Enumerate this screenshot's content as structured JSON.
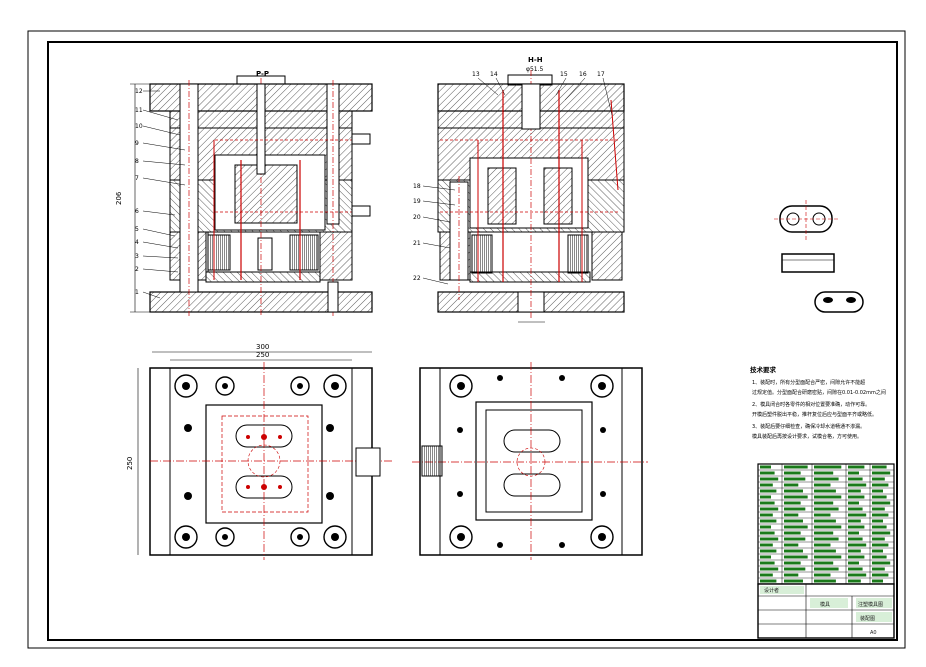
{
  "section_labels": {
    "front": "P-P",
    "side": "H-H",
    "side_scale": "φ51.5"
  },
  "dimensions": {
    "height": "206",
    "width_outer": "300",
    "width_inner": "250",
    "depth": "250"
  },
  "part_numbers_left": [
    "12",
    "11",
    "10",
    "9",
    "8",
    "7",
    "6",
    "5",
    "4",
    "3",
    "2",
    "1"
  ],
  "part_numbers_right_top": [
    "13",
    "14",
    "15",
    "16",
    "17"
  ],
  "part_numbers_right_side": [
    "18",
    "19",
    "20",
    "21",
    "22"
  ],
  "tech_notes": {
    "title": "技术要求",
    "lines": [
      "1、装配时，所有分型面配合严密，间隙允许不能超",
      "过规定值。分型面配合研磨密贴，间隙在0.01-0.02mm之间",
      "2、模具闭合时各零件的相对位置要准确，动作可靠。",
      "开模后塑件脱出平稳，推杆复位后应与型面平齐或略低。",
      "3、装配后要仔细检查，确保冷却水道畅通不渗漏。",
      "模具装配后再按设计要求，试模合格，方可使用。"
    ]
  },
  "title_block": {
    "designer_label": "设计者",
    "part_label": "模具",
    "drawing_title": "注塑模具图",
    "school": "装配图",
    "scale": "A0"
  },
  "colors": {
    "line": "#000000",
    "hatch": "#222222",
    "center": "#cc0000",
    "title_block_fill": "#1a7a1a"
  }
}
